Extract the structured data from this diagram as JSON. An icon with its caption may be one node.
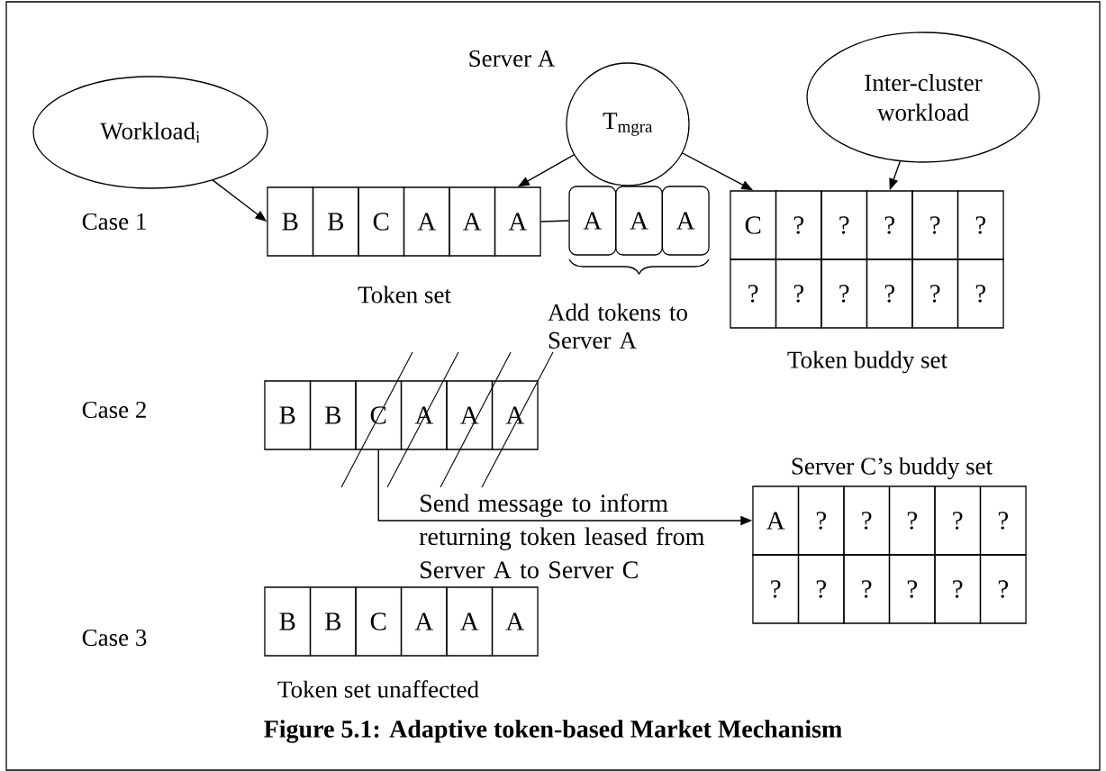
{
  "diagram": {
    "caption": "Figure 5.1: Adaptive token-based Market Mechanism",
    "nodes": [
      {
        "text": [
          "Workload$_{i}$"
        ]
      },
      {
        "text": [
          "T$_{mgra}$"
        ]
      },
      {
        "text": [
          "Inter-cluster workload"
        ]
      },
      {
        "text": [
          "B"
        ]
      },
      {
        "text": [
          "B"
        ]
      },
      {
        "text": [
          "C"
        ]
      },
      {
        "text": [
          "A"
        ]
      },
      {
        "text": [
          "A"
        ]
      },
      {
        "text": [
          "A"
        ]
      },
      {
        "text": [
          "A"
        ]
      },
      {
        "text": [
          "A"
        ]
      },
      {
        "text": [
          "A"
        ]
      },
      {
        "text": [
          "C"
        ]
      },
      {
        "text": [
          "?"
        ]
      },
      {
        "text": [
          "?"
        ]
      },
      {
        "text": [
          "?"
        ]
      },
      {
        "text": [
          "?"
        ]
      },
      {
        "text": [
          "?"
        ]
      },
      {
        "text": [
          "?"
        ]
      },
      {
        "text": [
          "?"
        ]
      },
      {
        "text": [
          "?"
        ]
      },
      {
        "text": [
          "?"
        ]
      },
      {
        "text": [
          "?"
        ]
      },
      {
        "text": [
          "?"
        ]
      },
      {
        "text": [
          "B"
        ]
      },
      {
        "text": [
          "B"
        ]
      },
      {
        "text": [
          "C"
        ]
      },
      {
        "text": [
          "A"
        ]
      },
      {
        "text": [
          "A"
        ]
      },
      {
        "text": [
          "A"
        ]
      },
      {
        "text": [
          "A"
        ]
      },
      {
        "text": [
          "?"
        ]
      },
      {
        "text": [
          "?"
        ]
      },
      {
        "text": [
          "?"
        ]
      },
      {
        "text": [
          "?"
        ]
      },
      {
        "text": [
          "?"
        ]
      },
      {
        "text": [
          "?"
        ]
      },
      {
        "text": [
          "?"
        ]
      },
      {
        "text": [
          "?"
        ]
      },
      {
        "text": [
          "?"
        ]
      },
      {
        "text": [
          "?"
        ]
      },
      {
        "text": [
          "?"
        ]
      },
      {
        "text": [
          "B"
        ]
      },
      {
        "text": [
          "B"
        ]
      },
      {
        "text": [
          "C"
        ]
      },
      {
        "text": [
          "A"
        ]
      },
      {
        "text": [
          "A"
        ]
      },
      {
        "text": [
          "A"
        ]
      }
    ],
    "edges": [
      {
        "from": 0,
        "to": 3,
        "arrow": "to"
      },
      {
        "from": 1,
        "to": 8,
        "arrow": "to"
      },
      {
        "from": 1,
        "to": 12,
        "arrow": "to"
      },
      {
        "from": 2,
        "to": 15,
        "arrow": "to"
      },
      {
        "from": 8,
        "to": 9,
        "arrow": "none"
      },
      {
        "from": 26,
        "to": 30,
        "arrow": "to",
        "label": "Send message to inform returning token leased from Server A to Server C"
      }
    ],
    "labels": [
      "Server A",
      "Case 1",
      "Token set",
      "Add tokens to Server A",
      "Token buddy set",
      "Case 2",
      "Server C’s buddy set",
      "Case 3",
      "Token set unaffected"
    ]
  }
}
